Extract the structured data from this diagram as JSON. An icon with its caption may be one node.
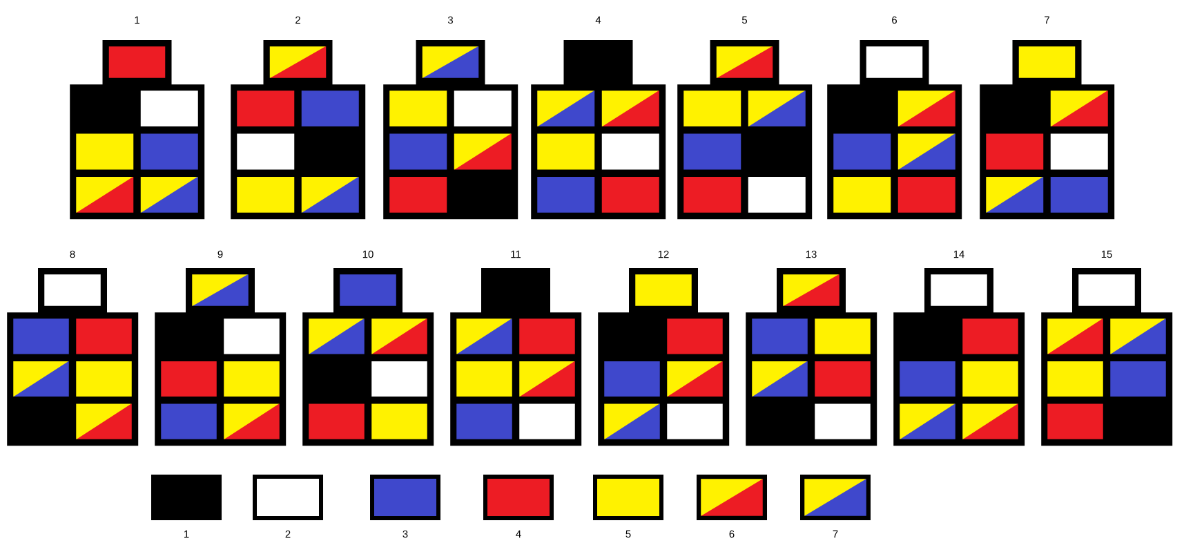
{
  "diagram": {
    "nodes": [
      {
        "text": [
          "1"
        ]
      },
      {
        "text": [
          "2"
        ]
      },
      {
        "text": [
          "3"
        ]
      },
      {
        "text": [
          "4"
        ]
      },
      {
        "text": [
          "5"
        ]
      },
      {
        "text": [
          "6"
        ]
      },
      {
        "text": [
          "7"
        ]
      },
      {
        "text": [
          "8"
        ]
      },
      {
        "text": [
          "9"
        ]
      },
      {
        "text": [
          "10"
        ]
      },
      {
        "text": [
          "11"
        ]
      },
      {
        "text": [
          "12"
        ]
      },
      {
        "text": [
          "13"
        ]
      },
      {
        "text": [
          "14"
        ]
      },
      {
        "text": [
          "15"
        ]
      }
    ],
    "legend": [
      {
        "text": "1",
        "color": "#000000"
      },
      {
        "text": "2",
        "color": "#ffffff"
      },
      {
        "text": "3",
        "color": "#3f48cc"
      },
      {
        "text": "4",
        "color": "#ed1c24"
      },
      {
        "text": "5",
        "color": "#fff200"
      },
      {
        "text": "6"
      },
      {
        "text": "7"
      }
    ]
  }
}
